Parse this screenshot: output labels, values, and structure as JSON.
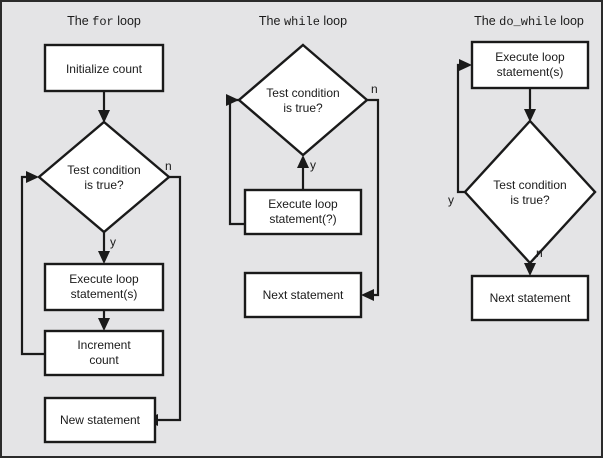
{
  "figure": {
    "background_color": "#e4e4e6",
    "border_color": "#2b2b2b",
    "node_fill": "#ffffff",
    "ink_color": "#1a1a1a"
  },
  "columns": [
    {
      "id": "for-loop",
      "title_prefix": "The ",
      "title_keyword": "for",
      "title_suffix": " loop",
      "nodes": {
        "init": "Initialize count",
        "test_line1": "Test condition",
        "test_line2": "is true?",
        "body_line1": "Execute loop",
        "body_line2": "statement(s)",
        "increment_line1": "Increment",
        "increment_line2": "count",
        "exit": "New statement"
      },
      "edge_labels": {
        "no": "n",
        "yes": "y"
      }
    },
    {
      "id": "while-loop",
      "title_prefix": "The ",
      "title_keyword": "while",
      "title_suffix": " loop",
      "nodes": {
        "test_line1": "Test condition",
        "test_line2": "is true?",
        "body_line1": "Execute loop",
        "body_line2": "statement(?)",
        "exit": "Next statement"
      },
      "edge_labels": {
        "no": "n",
        "yes": "y"
      }
    },
    {
      "id": "do-while-loop",
      "title_prefix": "The ",
      "title_keyword": "do_while",
      "title_suffix": " loop",
      "nodes": {
        "body_line1": "Execute loop",
        "body_line2": "statement(s)",
        "test_line1": "Test condition",
        "test_line2": "is true?",
        "exit": "Next statement"
      },
      "edge_labels": {
        "no": "n",
        "yes": "y"
      }
    }
  ]
}
